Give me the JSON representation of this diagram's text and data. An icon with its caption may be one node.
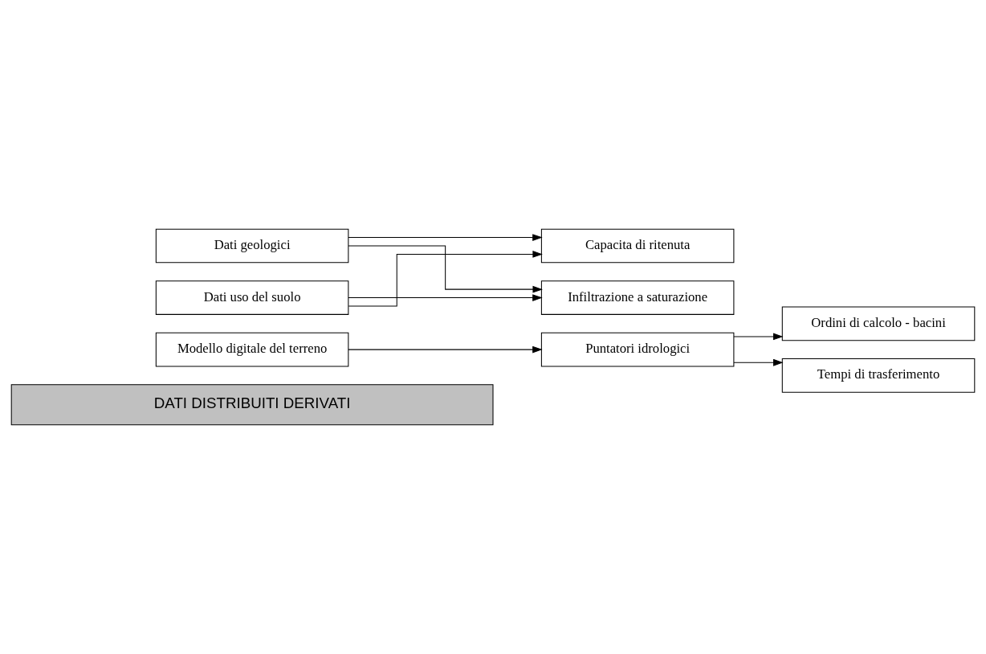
{
  "diagram": {
    "nodes": [
      {
        "text": [
          "DATI DISTRIBUITI DERIVATI"
        ]
      },
      {
        "text": [
          "Modello digitale del terreno"
        ]
      },
      {
        "text": [
          "Puntatori idrologici"
        ]
      },
      {
        "text": [
          "Ordini di calcolo - bacini"
        ]
      },
      {
        "text": [
          "Tempi di trasferimento"
        ]
      },
      {
        "text": [
          "Dati geologici"
        ]
      },
      {
        "text": [
          "Dati uso del suolo"
        ]
      },
      {
        "text": [
          "Capacita di ritenuta"
        ]
      },
      {
        "text": [
          "Infiltrazione a saturazione"
        ]
      }
    ],
    "edges": [
      {
        "from": 1,
        "to": 2,
        "arrow": "to"
      },
      {
        "from": 2,
        "to": 3,
        "arrow": "to"
      },
      {
        "from": 2,
        "to": 4,
        "arrow": "to"
      },
      {
        "from": 5,
        "to": 7,
        "arrow": "to"
      },
      {
        "from": 5,
        "to": 8,
        "arrow": "to"
      },
      {
        "from": 6,
        "to": 7,
        "arrow": "to"
      },
      {
        "from": 6,
        "to": 8,
        "arrow": "to"
      }
    ]
  }
}
